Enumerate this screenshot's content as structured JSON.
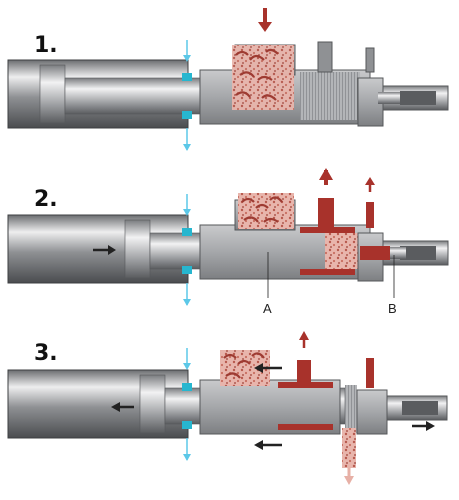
{
  "steps": [
    {
      "label": "1."
    },
    {
      "label": "2."
    },
    {
      "label": "3."
    }
  ],
  "callouts": {
    "a": "A",
    "b": "B"
  },
  "colors": {
    "background": "#ffffff",
    "steel_dark": "#5f6164",
    "steel_mid": "#9a9c9f",
    "steel_light": "#d9dadb",
    "material": "#b85a4e",
    "material_light": "#e7b0a6",
    "product_red": "#a8322b",
    "coolant": "#5cc8e8",
    "seal": "#27b6cf",
    "arrow_dark": "#222222"
  },
  "icons": {
    "feed": "down-arrow-icon",
    "flow_out": "up-arrow-icon",
    "coolant": "coolant-arrow-icon",
    "push": "right-arrow-icon",
    "retract": "left-arrow-icon"
  }
}
